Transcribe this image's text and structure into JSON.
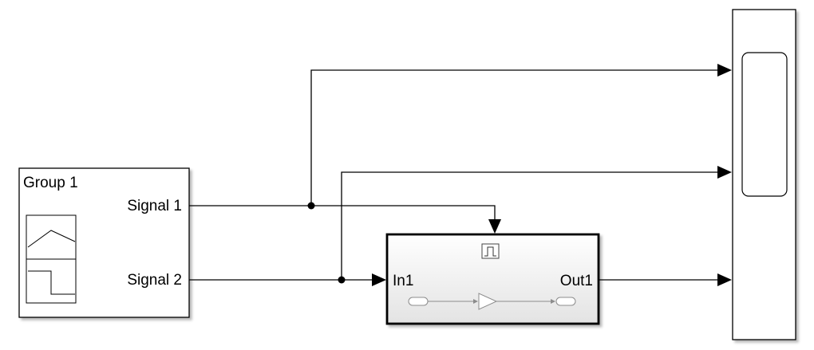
{
  "signal_builder": {
    "group_label": "Group 1",
    "signal_1_label": "Signal 1",
    "signal_2_label": "Signal 2"
  },
  "subsystem": {
    "input_port_label": "In1",
    "output_port_label": "Out1",
    "icons": [
      "trigger-icon",
      "inport-icon",
      "gain-icon",
      "outport-icon"
    ]
  },
  "scope": {
    "icon": "scope-display-icon",
    "input_count": 3
  },
  "colors": {
    "line": "#000000",
    "block_fill": "#ffffff",
    "subsystem_fill_top": "#ffffff",
    "subsystem_fill_bottom": "#e6e6e6",
    "inner_icon": "#9a9a9a"
  }
}
